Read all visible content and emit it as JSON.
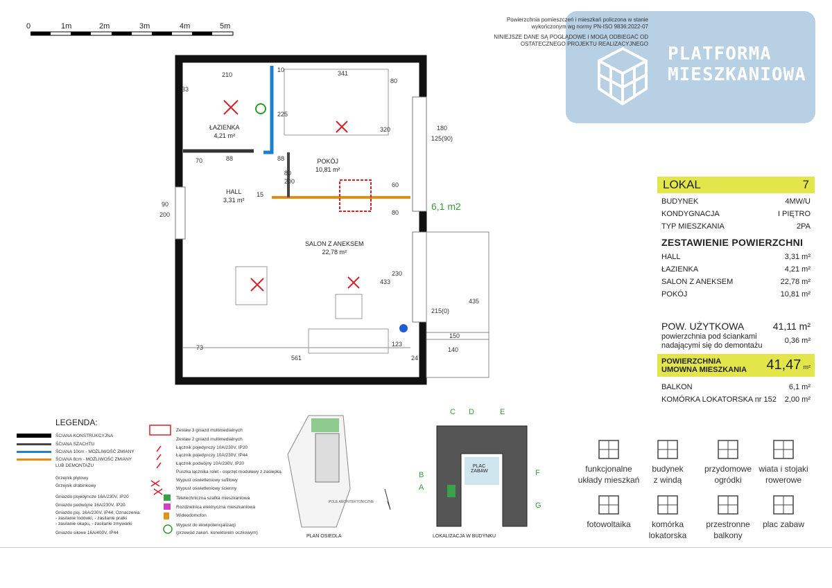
{
  "scale": {
    "labels": [
      "0",
      "1m",
      "2m",
      "3m",
      "4m",
      "5m"
    ]
  },
  "notes": {
    "line1": "Powierzchnia pomieszczeń i mieszkań policzona w stanie",
    "line2": "wykończonym wg normy PN-ISO 9836:2022-07",
    "line3": "NINIEJSZE DANE SĄ POGLĄDOWE I MOGĄ ODBIEGAĆ OD",
    "line4": "OSTATECZNEGO PROJEKTU REALIZACYJNEGO"
  },
  "logo": {
    "line1": "PLATFORMA",
    "line2": "MIESZKANIOWA"
  },
  "rooms": [
    {
      "name": "ŁAZIENKA",
      "area": "4,21 m²"
    },
    {
      "name": "POKÓJ",
      "area": "10,81 m²"
    },
    {
      "name": "HALL",
      "area": "3,31 m²"
    },
    {
      "name": "SALON Z ANEKSEM",
      "area": "22,78 m²"
    }
  ],
  "balcony_area": "6,1 m2",
  "dims": [
    "210",
    "341",
    "33",
    "10",
    "80",
    "225",
    "320",
    "180",
    "125(90)",
    "70",
    "88",
    "88",
    "80",
    "200",
    "90",
    "200",
    "60",
    "80",
    "15",
    "433",
    "230",
    "215(0)",
    "435",
    "150",
    "140",
    "123",
    "73",
    "561",
    "24"
  ],
  "lokal": {
    "label": "LOKAL",
    "number": "7",
    "info": [
      {
        "k": "BUDYNEK",
        "v": "4MW/U"
      },
      {
        "k": "KONDYGNACJA",
        "v": "I PIĘTRO"
      },
      {
        "k": "TYP MIESZKANIA",
        "v": "2PA"
      }
    ],
    "zestawienie_title": "ZESTAWIENIE POWIERZCHNI",
    "areas": [
      {
        "k": "HALL",
        "v": "3,31 m²"
      },
      {
        "k": "ŁAZIENKA",
        "v": "4,21 m²"
      },
      {
        "k": "SALON Z ANEKSEM",
        "v": "22,78 m²"
      },
      {
        "k": "POKÓJ",
        "v": "10,81 m²"
      }
    ],
    "uzytkowa_label": "POW. UŻYTKOWA",
    "uzytkowa_value": "41,11 m²",
    "scianki_label": "powierzchnia pod ściankami nadającymi się do demontażu",
    "scianki_value": "0,36 m²",
    "umowna_label1": "POWIERZCHNIA",
    "umowna_label2": "UMOWNA MIESZKANIA",
    "umowna_value": "41,47",
    "umowna_unit": "m²",
    "extras": [
      {
        "k": "BALKON",
        "v": "6,1 m²"
      },
      {
        "k": "KOMÓRKA LOKATORSKA nr 152",
        "v": "2,00 m²"
      }
    ]
  },
  "legend": {
    "title": "LEGENDA:",
    "left": [
      "ŚCIANA KONSTRUKCYJNA",
      "ŚCIANA SZACHTU",
      "ŚCIANA 10cm - MOŻLIWOŚĆ ZMIANY",
      "ŚCIANA 8cm - MOŻLIWOŚĆ ZMIANY",
      "LUB DEMONTAŻU",
      "Grzejnik płytowy",
      "Grzejnik drabinkowy",
      "Gniazdo pojedyncze 16A/230V, IP20",
      "Gniazdo podwójne 16A/230V, IP20",
      "Gniazdo poj. 16A/230V, IP44, Oznaczenia:",
      "- zasilanie lodówki,  - zasilanie pralki",
      "- zasilanie okapu,  - zasilanie zmywarki",
      "Gniazdo siłowe 16A/400V, IP44"
    ],
    "right": [
      "Zestaw 3 gniazd multimedialnych",
      "Zestaw 2 gniazd multimedialnych",
      "Łącznik pojedynczy 10A/230V, IP20",
      "Łącznik pojedynczy 10A/230V, IP44",
      "Łącznik podwójny 10A/230V, IP20",
      "Puszka łącznika rolet - osprzęt modułowy z zaślepką",
      "Wypust oświetleniowy sufitowy",
      "Wypust oświetleniowy ścienny",
      "Teletechniczna szafka mieszkaniowa",
      "Rozdzielnica elektryczna mieszkaniowa",
      "Wideodomofon",
      "Wypust do ekwipotencjalizacji",
      "(przewód zakoń. konektorem oczkowym)"
    ]
  },
  "plan_osiedla": {
    "caption": "PLAN OSIEDLA",
    "labels": [
      "POLE ARCHITEKTONICZNE"
    ]
  },
  "lokalizacja": {
    "caption": "LOKALIZACJA  W BUDYNKU",
    "labels": [
      "C",
      "D",
      "E",
      "B",
      "A",
      "F",
      "G",
      "PLAC ZABAW"
    ]
  },
  "features": [
    {
      "l1": "funkcjonalne",
      "l2": "układy mieszkań",
      "icon": "layout-icon"
    },
    {
      "l1": "budynek",
      "l2": "z windą",
      "icon": "elevator-icon"
    },
    {
      "l1": "przydomowe",
      "l2": "ogródki",
      "icon": "garden-icon"
    },
    {
      "l1": "wiata i stojaki",
      "l2": "rowerowe",
      "icon": "bicycle-icon"
    },
    {
      "l1": "fotowoltaika",
      "l2": "",
      "icon": "solar-panel-icon"
    },
    {
      "l1": "komórka",
      "l2": "lokatorska",
      "icon": "storage-icon"
    },
    {
      "l1": "przestronne",
      "l2": "balkony",
      "icon": "balcony-icon"
    },
    {
      "l1": "plac zabaw",
      "l2": "",
      "icon": "playground-icon"
    }
  ]
}
